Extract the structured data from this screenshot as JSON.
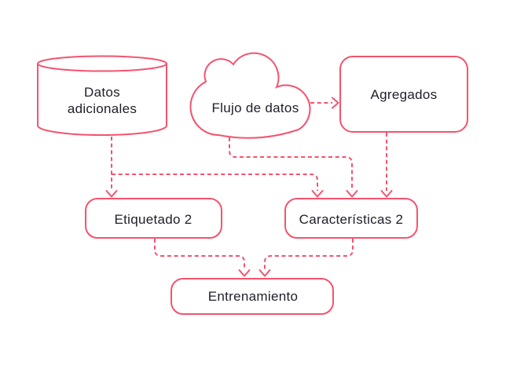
{
  "diagram": {
    "background_color": "#FFFFFF",
    "accent_color": "#F4536E",
    "text_color": "#1E1E28",
    "nodes": {
      "datos_adicionales": {
        "shape": "cylinder",
        "lines": [
          "Datos",
          "adicionales"
        ]
      },
      "flujo_de_datos": {
        "shape": "cloud",
        "label": "Flujo de datos"
      },
      "agregados": {
        "shape": "rounded-rectangle",
        "label": "Agregados"
      },
      "etiquetado_2": {
        "shape": "rounded-rectangle",
        "label": "Etiquetado 2"
      },
      "caracteristicas_2": {
        "shape": "rounded-rectangle",
        "label": "Características 2"
      },
      "entrenamiento": {
        "shape": "rounded-rectangle",
        "label": "Entrenamiento"
      }
    },
    "edges": [
      {
        "from": "datos_adicionales",
        "to": "etiquetado_2",
        "style": "dashed",
        "arrow": "open-v"
      },
      {
        "from": "datos_adicionales",
        "to": "caracteristicas_2",
        "style": "dashed",
        "arrow": "open-v"
      },
      {
        "from": "flujo_de_datos",
        "to": "agregados",
        "style": "dashed",
        "arrow": "open-v"
      },
      {
        "from": "flujo_de_datos",
        "to": "caracteristicas_2",
        "style": "dashed",
        "arrow": "open-v"
      },
      {
        "from": "agregados",
        "to": "caracteristicas_2",
        "style": "dashed",
        "arrow": "open-v"
      },
      {
        "from": "etiquetado_2",
        "to": "entrenamiento",
        "style": "dashed",
        "arrow": "open-v"
      },
      {
        "from": "caracteristicas_2",
        "to": "entrenamiento",
        "style": "dashed",
        "arrow": "open-v"
      }
    ]
  }
}
